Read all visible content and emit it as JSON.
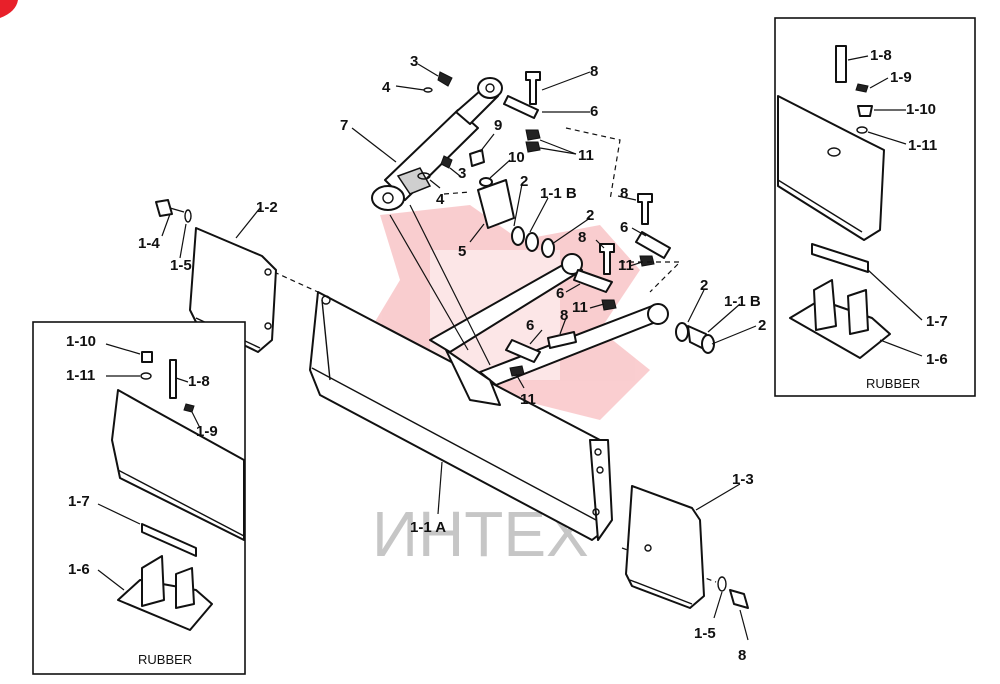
{
  "colors": {
    "watermark": "#e8202a",
    "ink": "#111111",
    "background": "#ffffff"
  },
  "watermark": {
    "text": "ИНТЕХ"
  },
  "labels": {
    "main_blade": "1-1 A",
    "bushing_left": "1-1 B",
    "bushing_right": "1-1 B",
    "end_plate_left": "1-2",
    "end_plate_right": "1-3",
    "bolt_left": "1-4",
    "washer_left": "1-5",
    "bolt_right": "8",
    "washer_right": "1-5",
    "cylinder": "7",
    "fitting_top": "3",
    "fitting_mid": "3",
    "ring_top": "4",
    "ring_mid": "4",
    "block": "5",
    "grease_cap": "9",
    "grease_ring": "10",
    "bolt_top": "8",
    "bolt_mid": "8",
    "bolt_low": "8",
    "pin_top": "6",
    "pin_mid": "6",
    "pin_right": "6",
    "pin_low": "6",
    "nut_top": "11",
    "nut_mid": "11",
    "nut_right": "11",
    "nut_low": "11",
    "spacer_a": "2",
    "spacer_b": "2",
    "spacer_c": "2",
    "spacer_d": "2"
  },
  "inset_left": {
    "caption": "RUBBER",
    "labels": {
      "bolt": "1-10",
      "washer": "1-11",
      "pin": "1-8",
      "clip": "1-9",
      "strip": "1-7",
      "shoe": "1-6"
    }
  },
  "inset_right": {
    "caption": "RUBBER",
    "labels": {
      "pin": "1-8",
      "clip": "1-9",
      "bolt": "1-10",
      "washer": "1-11",
      "strip": "1-7",
      "shoe": "1-6"
    }
  }
}
